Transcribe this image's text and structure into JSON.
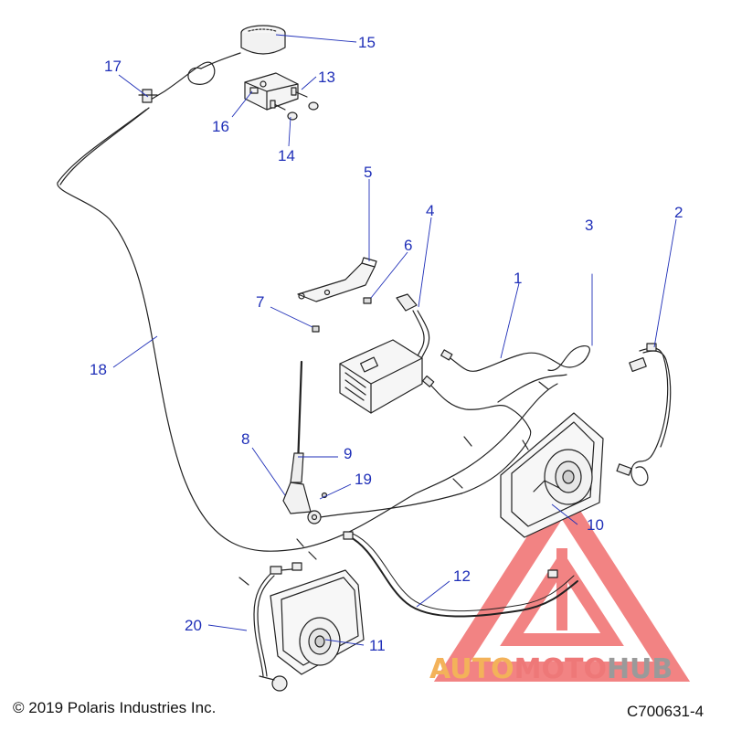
{
  "callouts": [
    {
      "id": "1",
      "label": "1"
    },
    {
      "id": "2",
      "label": "2"
    },
    {
      "id": "3",
      "label": "3"
    },
    {
      "id": "4",
      "label": "4"
    },
    {
      "id": "5",
      "label": "5"
    },
    {
      "id": "6",
      "label": "6"
    },
    {
      "id": "7",
      "label": "7"
    },
    {
      "id": "8",
      "label": "8"
    },
    {
      "id": "9",
      "label": "9"
    },
    {
      "id": "10",
      "label": "10"
    },
    {
      "id": "11",
      "label": "11"
    },
    {
      "id": "12",
      "label": "12"
    },
    {
      "id": "13",
      "label": "13"
    },
    {
      "id": "14",
      "label": "14"
    },
    {
      "id": "15",
      "label": "15"
    },
    {
      "id": "16",
      "label": "16"
    },
    {
      "id": "17",
      "label": "17"
    },
    {
      "id": "18",
      "label": "18"
    },
    {
      "id": "19",
      "label": "19"
    },
    {
      "id": "20",
      "label": "20"
    }
  ],
  "footer": {
    "copyright": "© 2019 Polaris Industries Inc.",
    "drawing_number": "C700631-4"
  },
  "watermark": {
    "part1": "AUTO",
    "part2": "MOTO",
    "part3": "HUB",
    "colors": {
      "auto": "#f3b25a",
      "moto": "#ee7878",
      "hub": "#9a9a9a",
      "logo": "#ee4c4c"
    }
  },
  "colors": {
    "callout": "#1f2fb8",
    "line": "#222222"
  }
}
